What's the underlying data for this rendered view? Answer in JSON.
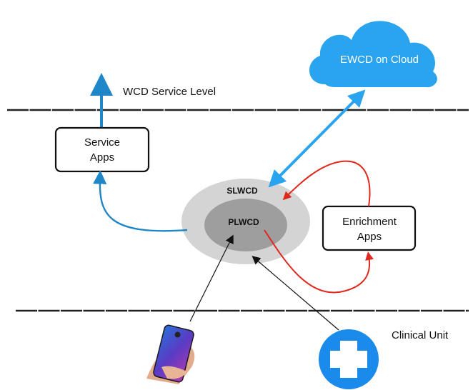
{
  "cloud": {
    "label": "EWCD on Cloud",
    "color": "#2aa4ee"
  },
  "level_label": "WCD Service Level",
  "service_apps": {
    "line1": "Service",
    "line2": "Apps"
  },
  "enrichment_apps": {
    "line1": "Enrichment",
    "line2": "Apps"
  },
  "outer_ring": {
    "label": "SLWCD"
  },
  "inner_ring": {
    "label": "PLWCD"
  },
  "clinical_unit": {
    "label": "Clinical Unit",
    "color": "#1a8bea"
  },
  "colors": {
    "blue_arrow": "#1f86c7",
    "cyan_arrow": "#2aa4ee",
    "red_arrow": "#e0281d"
  },
  "icons": [
    "cloud-icon",
    "phone-icon",
    "medical-cross-icon"
  ]
}
